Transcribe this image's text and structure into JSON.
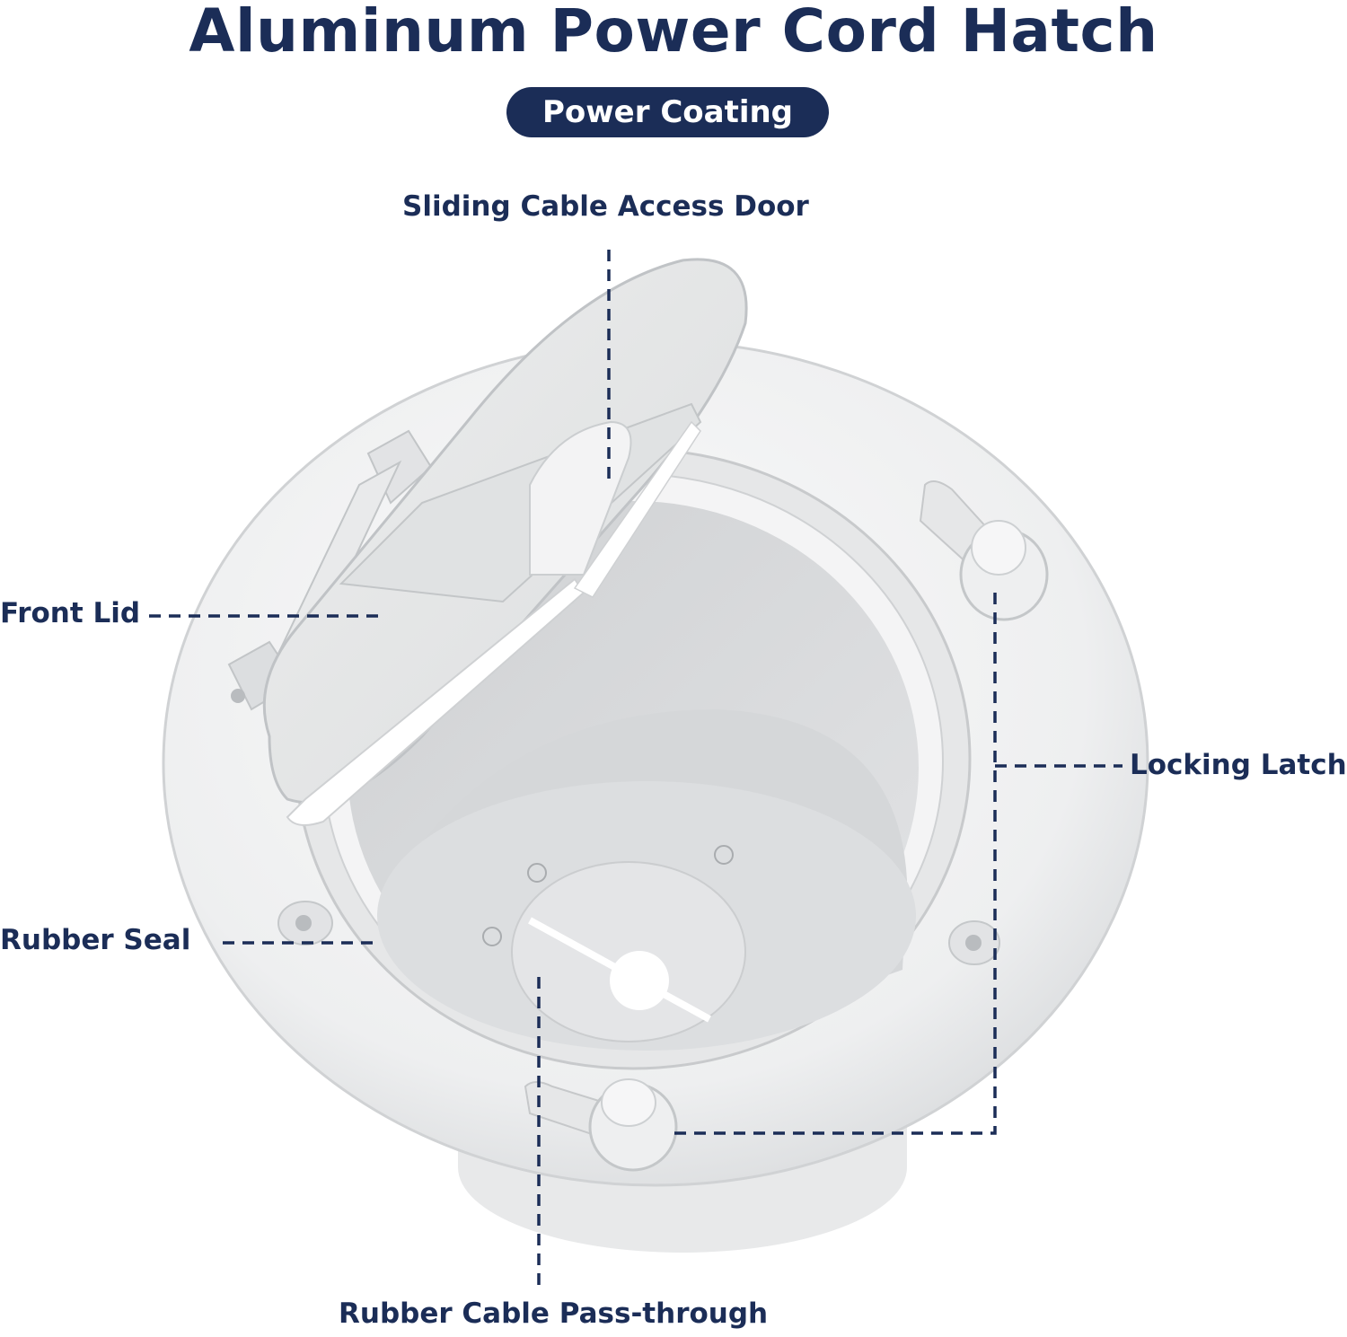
{
  "title": "Aluminum Power Cord Hatch",
  "badge": "Power Coating",
  "labels": {
    "sliding_door": "Sliding Cable Access Door",
    "front_lid": "Front Lid",
    "locking_latch": "Locking Latch",
    "rubber_seal": "Rubber Seal",
    "pass_through": "Rubber Cable Pass-through"
  },
  "colors": {
    "navy": "#1b2d57",
    "body_white": "#f1f2f3",
    "inner_grey": "#d6d8da",
    "shadow_grey": "#c2c5c8"
  }
}
